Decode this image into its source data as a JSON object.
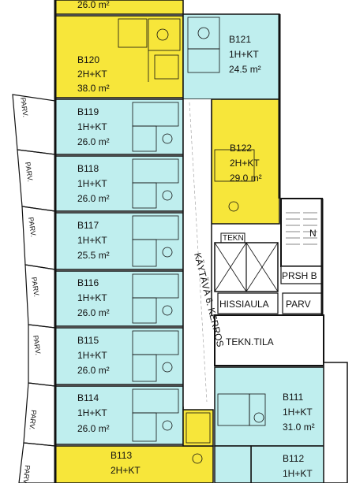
{
  "colors": {
    "two_room": "#f7e63a",
    "one_room": "#bfeeee",
    "service": "#ffffff",
    "wall": "#111111"
  },
  "top_partial": "26.0 m²",
  "apartments": [
    {
      "id": "B120",
      "type": "2H+KT",
      "area": "38.0 m²",
      "kind": "two_room"
    },
    {
      "id": "B121",
      "type": "1H+KT",
      "area": "24.5 m²",
      "kind": "one_room"
    },
    {
      "id": "B119",
      "type": "1H+KT",
      "area": "26.0 m²",
      "kind": "one_room"
    },
    {
      "id": "B122",
      "type": "2H+KT",
      "area": "29.0 m²",
      "kind": "two_room"
    },
    {
      "id": "B118",
      "type": "1H+KT",
      "area": "26.0 m²",
      "kind": "one_room"
    },
    {
      "id": "B117",
      "type": "1H+KT",
      "area": "25.5 m²",
      "kind": "one_room"
    },
    {
      "id": "B116",
      "type": "1H+KT",
      "area": "26.0 m²",
      "kind": "one_room"
    },
    {
      "id": "B115",
      "type": "1H+KT",
      "area": "26.0 m²",
      "kind": "one_room"
    },
    {
      "id": "B114",
      "type": "1H+KT",
      "area": "26.0 m²",
      "kind": "one_room"
    },
    {
      "id": "B111",
      "type": "1H+KT",
      "area": "31.0 m²",
      "kind": "one_room"
    },
    {
      "id": "B113",
      "type": "2H+KT",
      "area": "",
      "kind": "two_room"
    },
    {
      "id": "B112",
      "type": "1H+KT",
      "area": "",
      "kind": "one_room"
    }
  ],
  "service_rooms": {
    "tekn_small": "TEKN",
    "prsh": "PRSH B",
    "elevator_lobby": "HISSIAULA",
    "parv_small": "PARV",
    "tekn_tila": "TEKN.TILA",
    "stair_n": "N"
  },
  "corridor": "KÄYTÄVÄ 6. KERROS",
  "balcony_label": "PARV."
}
